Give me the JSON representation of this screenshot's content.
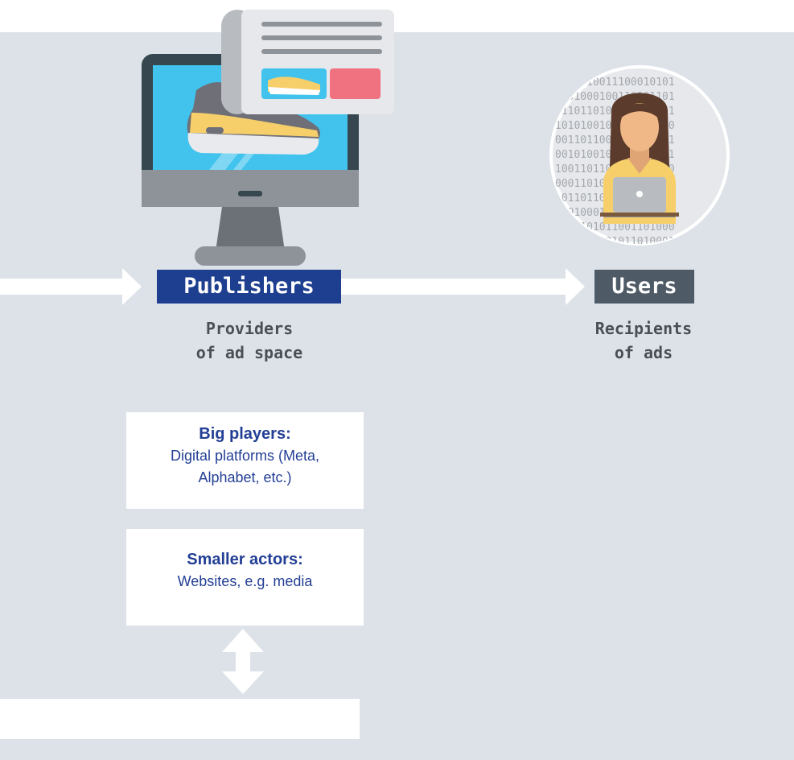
{
  "publishers": {
    "label": "Publishers",
    "description": "Providers\nof ad space",
    "label_color": "#1e3f8f"
  },
  "users": {
    "label": "Users",
    "description": "Recipients\nof ads",
    "label_color": "#4e5b66"
  },
  "cards": [
    {
      "heading": "Big players:",
      "body": "Digital platforms (Meta,\nAlphabet, etc.)"
    },
    {
      "heading": "Smaller actors:",
      "body": "Websites, e.g. media"
    }
  ],
  "icons": {
    "publisher": "computer-monitor-with-ad-icon",
    "user": "user-with-laptop-binary-icon"
  },
  "colors": {
    "panel": "#dde2e8",
    "screen": "#42c3ed",
    "accent_yellow": "#f7cf6a",
    "accent_red": "#f07180"
  }
}
